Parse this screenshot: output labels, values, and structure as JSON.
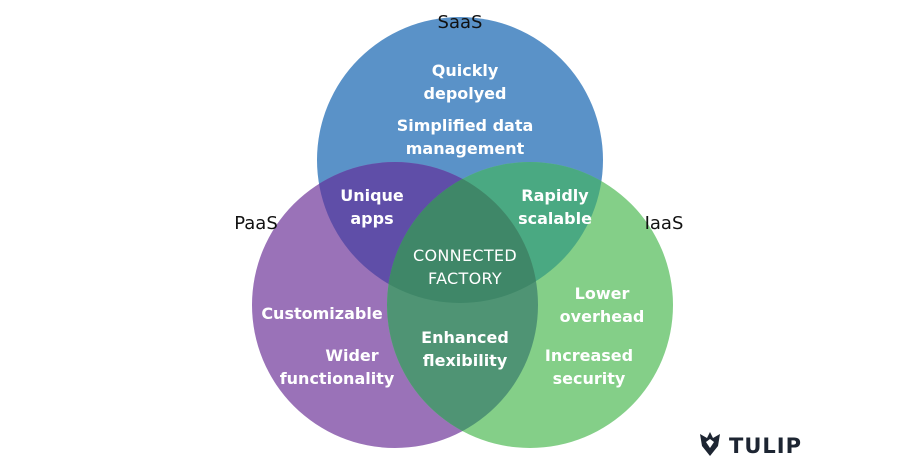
{
  "sets": {
    "saas": "SaaS",
    "paas": "PaaS",
    "iaas": "IaaS"
  },
  "regions": {
    "saas_only": [
      "Quickly",
      "depolyed",
      "Simplified data",
      "management"
    ],
    "saas_paas": [
      "Unique",
      "apps"
    ],
    "saas_iaas": [
      "Rapidly",
      "scalable"
    ],
    "center": [
      "CONNECTED",
      "FACTORY"
    ],
    "paas_only": [
      "Customizable",
      "Wider",
      "functionality"
    ],
    "paas_iaas": [
      "Enhanced",
      "flexibility"
    ],
    "iaas_only": [
      "Lower",
      "overhead",
      "Increased",
      "security"
    ]
  },
  "brand": {
    "name": "TULIP",
    "logo": "tulip-logo-icon"
  },
  "colors": {
    "saas": "#5a92c8",
    "paas": "#9a72b8",
    "iaas": "#84cf88",
    "saas_paas": "#5f4ea8",
    "saas_iaas": "#4aa982",
    "paas_iaas": "#4f9474",
    "center": "#3f8768",
    "brand": "#1d2532"
  }
}
